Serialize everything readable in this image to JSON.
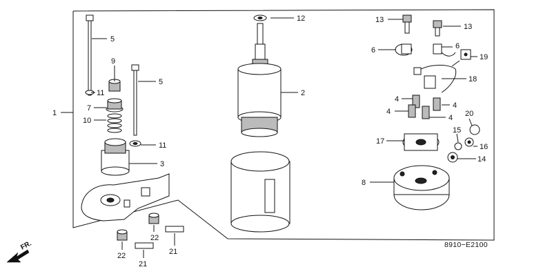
{
  "diagram": {
    "code": "8910−E2100",
    "direction_label": "FR.",
    "callouts": {
      "c1": "1",
      "c2": "2",
      "c3": "3",
      "c4a": "4",
      "c4b": "4",
      "c4c": "4",
      "c4d": "4",
      "c5a": "5",
      "c5b": "5",
      "c6a": "6",
      "c6b": "6",
      "c7": "7",
      "c8": "8",
      "c9": "9",
      "c10": "10",
      "c11a": "11",
      "c11b": "11",
      "c12": "12",
      "c13a": "13",
      "c13b": "13",
      "c14": "14",
      "c15": "15",
      "c16": "16",
      "c17": "17",
      "c18": "18",
      "c19": "19",
      "c20": "20",
      "c21a": "21",
      "c21b": "21",
      "c22a": "22",
      "c22b": "22"
    }
  }
}
